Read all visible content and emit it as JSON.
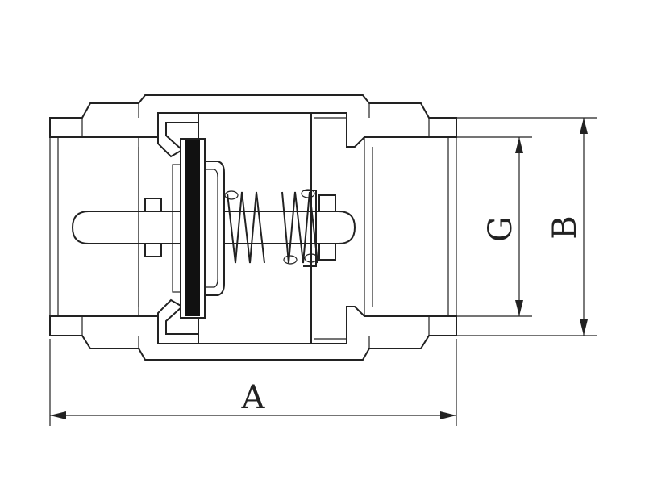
{
  "drawing": {
    "labels": {
      "a": "A",
      "b": "B",
      "g": "G"
    },
    "colors": {
      "stroke": "#222222",
      "background": "#ffffff",
      "hatch": "#333333",
      "seal": "#111111"
    }
  }
}
